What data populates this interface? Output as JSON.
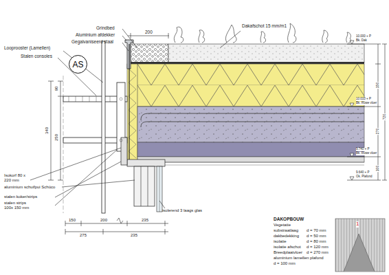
{
  "diagram": {
    "nodes": [
      {
        "text": [
          "AS"
        ]
      }
    ],
    "labels": [
      "Grindbed",
      "Aluminium afdekker",
      "Gegalvaniseerd staal",
      "200",
      "Dakafschot 15 mm/m1",
      "Looprooster (Lamellen)",
      "Stalen consoles",
      "90",
      "340",
      "250",
      "Isokorf 80 x 220 mm",
      "aluminium schuifpui Schüco",
      "stalen koker/strips",
      "stalen strips 100x 150 mm",
      "isolerend 3 laags glas",
      "150",
      "200",
      "235",
      "275",
      "235",
      "10.000 + P",
      "Bk. Dak",
      "10.010 + P",
      "Bk. Ruwe vloer",
      "9.740 + P",
      "Bk. Ruwe vloer",
      "9.640 + P",
      "Ok. Plafond",
      "150",
      "720",
      "270",
      "100",
      "DAKOPBOUW",
      "Vegetatie",
      "substraatlaag",
      "d = 70 mm",
      "dakbedekking",
      "d = 50 mm",
      "isolatie",
      "d = 80 mm",
      "isolatie afschot",
      "d = 120 mm",
      "Breedplaatvloer",
      "d = 270 mm",
      "aluminium lamellen plafond",
      "d = 100 mm",
      "1"
    ]
  }
}
